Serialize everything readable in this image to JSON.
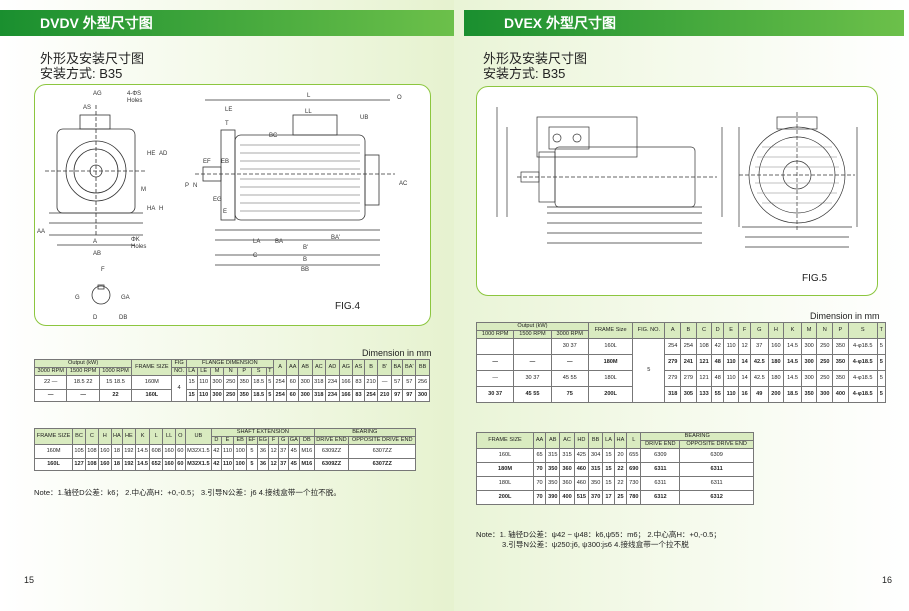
{
  "left": {
    "header": "DVDV  外型尺寸图",
    "subtitle1": "外形及安装尺寸图",
    "subtitle2": "安装方式: B35",
    "fig_label": "FIG.4",
    "unit": "Dimension in mm",
    "drawing_labels": {
      "ag": "AG",
      "as": "AS",
      "holes_top": "4-ΦS",
      "holes_top2": "Holes",
      "he": "HE",
      "ad": "AD",
      "ha": "HA",
      "h": "H",
      "m": "M",
      "aa": "AA",
      "a": "A",
      "ab": "AB",
      "k": "ΦK",
      "holes": "Holes",
      "f": "F",
      "g": "G",
      "ga": "GA",
      "d": "D",
      "db": "DB",
      "l": "L",
      "o": "O",
      "le": "LE",
      "ll": "LL",
      "t": "T",
      "ub": "UB",
      "bc": "BC",
      "ef": "EF",
      "eb": "EB",
      "eg": "EG",
      "e": "E",
      "la": "LA",
      "ba": "BA",
      "bap": "BA'",
      "bp": "B'",
      "c": "C",
      "b": "B",
      "bb": "BB",
      "ac": "AC",
      "p": "P",
      "n": "N"
    },
    "table1": {
      "h_output": "Output (kW)",
      "h_frame": "FRAME SIZE",
      "h_fig": "FIG",
      "h_flange": "FLANGE DIMENSION",
      "rpm": [
        "3000 RPM",
        "1500 RPM",
        "1000 RPM"
      ],
      "h_no": "NO.",
      "cols": [
        "LA",
        "LE",
        "M",
        "N",
        "P",
        "S",
        "T",
        "A",
        "AA",
        "AB",
        "AC",
        "AD",
        "AG",
        "AS",
        "B",
        "B'",
        "BA",
        "BA'",
        "BB"
      ],
      "fig_no": "4",
      "rows": [
        {
          "o1": "22 —",
          "o2": "18.5 22",
          "o3": "15 18.5",
          "frame": "160M",
          "vals": [
            "15",
            "110",
            "300",
            "250",
            "350",
            "18.5",
            "5",
            "254",
            "60",
            "300",
            "318",
            "234",
            "166",
            "83",
            "210",
            "—",
            "57",
            "57",
            "256"
          ]
        },
        {
          "o1": "—",
          "o2": "—",
          "o3": "22",
          "frame": "160L",
          "vals": [
            "15",
            "110",
            "300",
            "250",
            "350",
            "18.5",
            "5",
            "254",
            "60",
            "300",
            "318",
            "234",
            "166",
            "83",
            "254",
            "210",
            "97",
            "97",
            "300"
          ]
        }
      ]
    },
    "table2": {
      "h_frame": "FRAME SIZE",
      "cols1": [
        "BC",
        "C",
        "H",
        "HA",
        "HE",
        "K",
        "L",
        "LL",
        "O",
        "UB"
      ],
      "h_shaft": "SHAFT EXTENSION",
      "shaft_cols": [
        "D",
        "E",
        "EB",
        "EF",
        "EG",
        "F",
        "G",
        "GA",
        "DB"
      ],
      "h_bearing": "BEARING",
      "bearing_cols": [
        "DRIVE END",
        "OPPOSITE DRIVE END"
      ],
      "rows": [
        {
          "frame": "160M",
          "vals": [
            "105",
            "108",
            "160",
            "18",
            "192",
            "14.5",
            "608",
            "160",
            "60",
            "M32X1.5",
            "42",
            "110",
            "100",
            "5",
            "36",
            "12",
            "37",
            "45",
            "M16",
            "6309ZZ",
            "6307ZZ"
          ]
        },
        {
          "frame": "160L",
          "vals": [
            "127",
            "108",
            "160",
            "18",
            "192",
            "14.5",
            "652",
            "160",
            "60",
            "M32X1.5",
            "42",
            "110",
            "100",
            "5",
            "36",
            "12",
            "37",
            "45",
            "M16",
            "6309ZZ",
            "6307ZZ"
          ]
        }
      ]
    },
    "note": "Note：1.轴径D公差：k6；       2.中心高H：+0,-0.5；          3.引导N公差：j6     4.接线盒带一个拉不脱。",
    "page_number": "15"
  },
  "right": {
    "header": "DVEX  外型尺寸图",
    "subtitle1": "外形及安装尺寸图",
    "subtitle2": "安装方式: B35",
    "fig_label": "FIG.5",
    "unit": "Dimension in mm",
    "table1": {
      "h_output": "Output (kW)",
      "rpm": [
        "1000 RPM",
        "1500 RPM",
        "3000 RPM"
      ],
      "h_frame": "FRAME Size",
      "h_fig": "FIG. NO.",
      "cols": [
        "A",
        "B",
        "C",
        "D",
        "E",
        "F",
        "G",
        "H",
        "K",
        "M",
        "N",
        "P",
        "S",
        "T"
      ],
      "fig_no": "5",
      "rows": [
        {
          "o1": "",
          "o2": "",
          "o3": "30 37",
          "frame": "160L",
          "bold": false,
          "vals": [
            "254",
            "254",
            "108",
            "42",
            "110",
            "12",
            "37",
            "160",
            "14.5",
            "300",
            "250",
            "350",
            "4-φ18.5",
            "5"
          ]
        },
        {
          "o1": "—",
          "o2": "—",
          "o3": "—",
          "frame": "180M",
          "bold": true,
          "vals": [
            "279",
            "241",
            "121",
            "48",
            "110",
            "14",
            "42.5",
            "180",
            "14.5",
            "300",
            "250",
            "350",
            "4-φ18.5",
            "5"
          ]
        },
        {
          "o1": "—",
          "o2": "30 37",
          "o3": "45 55",
          "frame": "180L",
          "bold": false,
          "vals": [
            "279",
            "279",
            "121",
            "48",
            "110",
            "14",
            "42.5",
            "180",
            "14.5",
            "300",
            "250",
            "350",
            "4-φ18.5",
            "5"
          ]
        },
        {
          "o1": "30 37",
          "o2": "45 55",
          "o3": "75",
          "frame": "200L",
          "bold": true,
          "vals": [
            "318",
            "305",
            "133",
            "55",
            "110",
            "16",
            "49",
            "200",
            "18.5",
            "350",
            "300",
            "400",
            "4-φ18.5",
            "5"
          ]
        }
      ]
    },
    "table2": {
      "h_frame": "FRAME SIZE",
      "cols": [
        "AA",
        "AB",
        "AC",
        "HD",
        "BB",
        "LA",
        "HA",
        "L"
      ],
      "h_bearing": "BEARING",
      "bearing_cols": [
        "DRIVE END",
        "OPPOSITE DRIVE END"
      ],
      "rows": [
        {
          "frame": "160L",
          "bold": false,
          "vals": [
            "65",
            "315",
            "315",
            "425",
            "304",
            "15",
            "20",
            "655",
            "6309",
            "6309"
          ]
        },
        {
          "frame": "180M",
          "bold": true,
          "vals": [
            "70",
            "350",
            "360",
            "460",
            "315",
            "15",
            "22",
            "690",
            "6311",
            "6311"
          ]
        },
        {
          "frame": "180L",
          "bold": false,
          "vals": [
            "70",
            "350",
            "360",
            "460",
            "350",
            "15",
            "22",
            "730",
            "6311",
            "6311"
          ]
        },
        {
          "frame": "200L",
          "bold": true,
          "vals": [
            "70",
            "390",
            "400",
            "515",
            "370",
            "17",
            "25",
            "780",
            "6312",
            "6312"
          ]
        }
      ]
    },
    "note1": "Note：1. 轴径D公差：ψ42 ~ ψ48：k6,ψ55：m6；        2.中心高H：+0,-0.5；",
    "note2": "3.引导N公差：ψ250:j6, ψ300:js6                      4.接线盒带一个拉不脱",
    "page_number": "16"
  },
  "colors": {
    "accent": "#1a8f2f",
    "frame": "#8cc63f",
    "header_fill": "#d9ebc0"
  }
}
